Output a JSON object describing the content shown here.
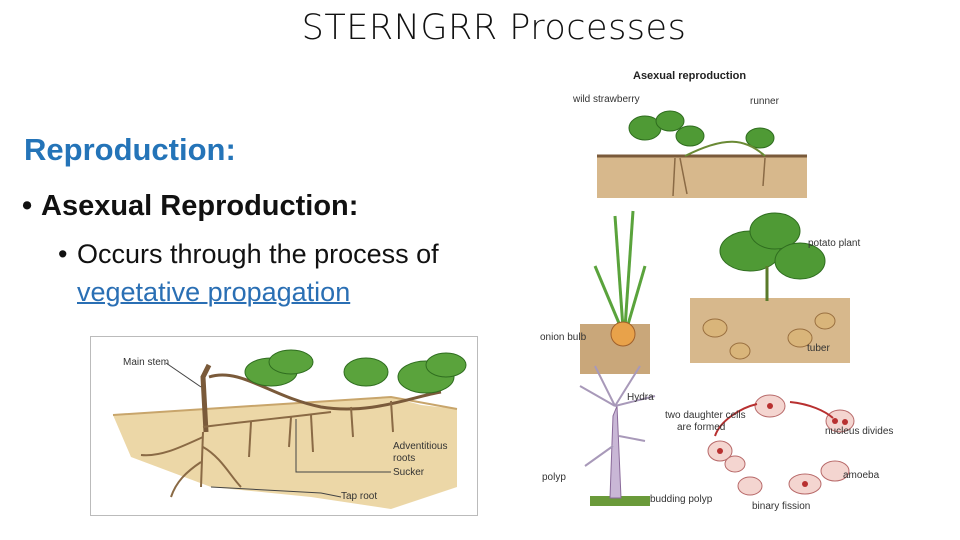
{
  "slide": {
    "title": "STERNGRR Processes",
    "heading": "Reproduction:",
    "bullet1": "Asexual Reproduction:",
    "bullet2_line1": "Occurs through the process of",
    "bullet2_link": "vegetative propagation",
    "bullet_symbol": "•"
  },
  "figure_left": {
    "labels": {
      "main_stem": "Main stem",
      "adventitious": "Adventitious",
      "roots": "roots",
      "sucker": "Sucker",
      "tap_root": "Tap root"
    }
  },
  "figure_right": {
    "labels": {
      "title": "Asexual reproduction",
      "wild_strawberry": "wild strawberry",
      "runner": "runner",
      "potato_plant": "potato plant",
      "onion_bulb": "onion bulb",
      "tuber": "tuber",
      "hydra": "Hydra",
      "two_daughter_1": "two daughter cells",
      "two_daughter_2": "are formed",
      "nucleus_divides": "nucleus divides",
      "polyp": "polyp",
      "amoeba": "amoeba",
      "budding_polyp": "budding polyp",
      "binary_fission": "binary fission"
    }
  }
}
